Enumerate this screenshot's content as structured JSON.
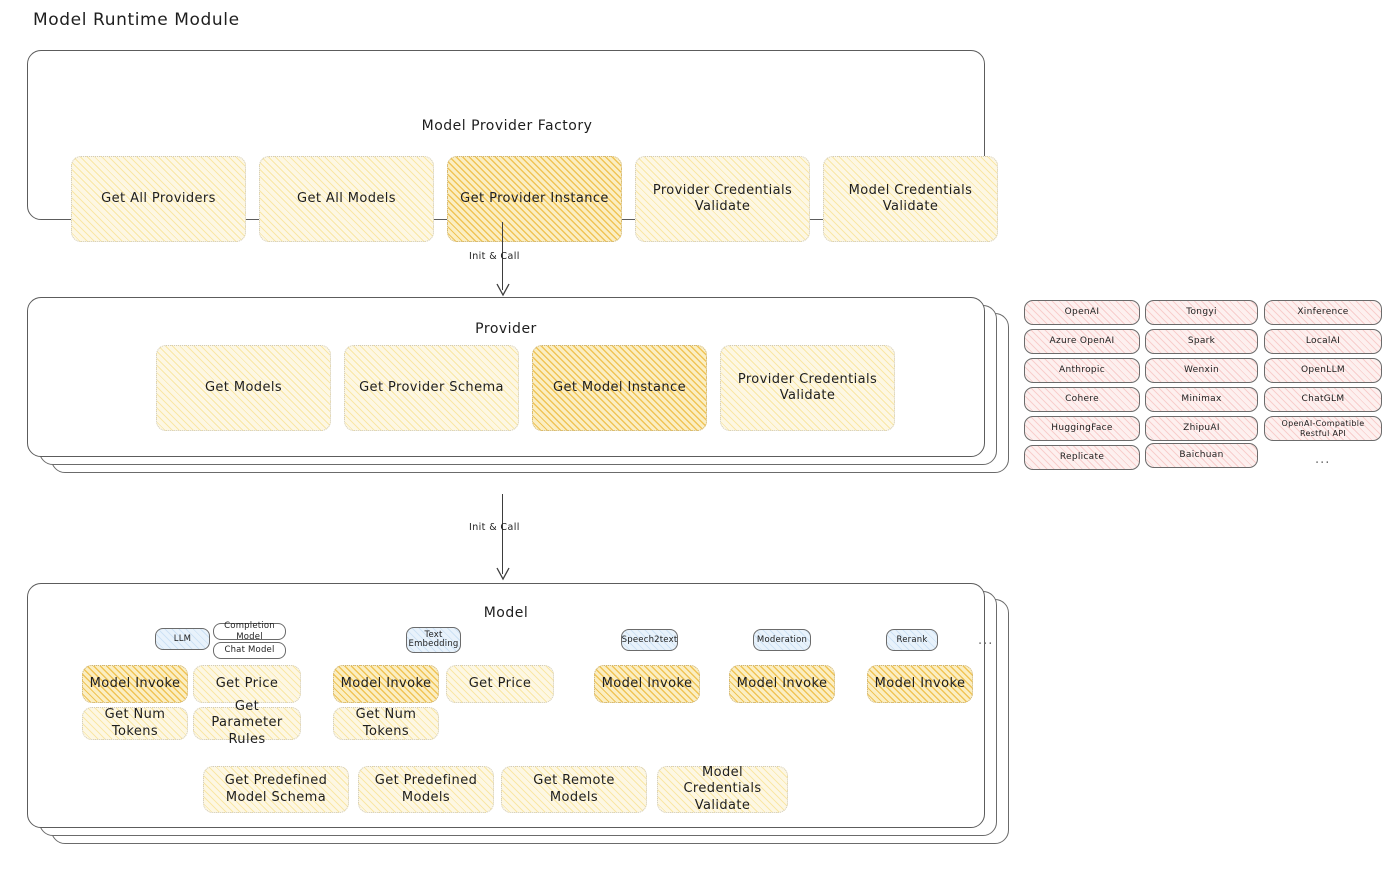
{
  "page": {
    "title": "Model Runtime Module",
    "background": "#ffffff",
    "accent_gold": "#ebaa14",
    "accent_light_yellow": "#fdf7e3",
    "accent_pink": "#e03131",
    "accent_blue": "#1e78c8",
    "stroke": "#1e1e1e"
  },
  "factory": {
    "title": "Model Provider Factory",
    "boxes": [
      {
        "label": "Get All Providers",
        "style": "light"
      },
      {
        "label": "Get All Models",
        "style": "light"
      },
      {
        "label": "Get Provider Instance",
        "style": "strong"
      },
      {
        "label": "Provider Credentials Validate",
        "style": "light"
      },
      {
        "label": "Model Credentials Validate",
        "style": "light"
      }
    ]
  },
  "connector_1": {
    "label": "Init & Call"
  },
  "provider": {
    "title": "Provider",
    "boxes": [
      {
        "label": "Get Models",
        "style": "light"
      },
      {
        "label": "Get Provider Schema",
        "style": "light"
      },
      {
        "label": "Get Model Instance",
        "style": "strong"
      },
      {
        "label": "Provider Credentials Validate",
        "style": "light"
      }
    ]
  },
  "connector_2": {
    "label": "Init & Call"
  },
  "provider_list": {
    "ellipsis": "...",
    "columns": [
      {
        "items": [
          "OpenAI",
          "Azure OpenAI",
          "Anthropic",
          "Cohere",
          "HuggingFace",
          "Replicate"
        ]
      },
      {
        "items": [
          "Tongyi",
          "Spark",
          "Wenxin",
          "Minimax",
          "ZhipuAI",
          "Baichuan"
        ]
      },
      {
        "items": [
          "Xinference",
          "LocalAI",
          "OpenLLM",
          "ChatGLM",
          "OpenAI-Compatible Restful API"
        ]
      }
    ]
  },
  "model": {
    "title": "Model",
    "ellipsis": "...",
    "types": [
      {
        "chip": "LLM",
        "chip_style": "blue",
        "sub_chips": [
          "Completion Model",
          "Chat Model"
        ],
        "methods_row1": [
          {
            "label": "Model Invoke",
            "style": "strong"
          },
          {
            "label": "Get Price",
            "style": "light"
          }
        ],
        "methods_row2": [
          {
            "label": "Get Num Tokens",
            "style": "light"
          },
          {
            "label": "Get Parameter Rules",
            "style": "light"
          }
        ]
      },
      {
        "chip": "Text Embedding",
        "chip_style": "blue",
        "sub_chips": [],
        "methods_row1": [
          {
            "label": "Model Invoke",
            "style": "strong"
          },
          {
            "label": "Get Price",
            "style": "light"
          }
        ],
        "methods_row2": [
          {
            "label": "Get Num Tokens",
            "style": "light"
          }
        ]
      },
      {
        "chip": "Speech2text",
        "chip_style": "blue",
        "sub_chips": [],
        "methods_row1": [
          {
            "label": "Model Invoke",
            "style": "strong"
          }
        ],
        "methods_row2": []
      },
      {
        "chip": "Moderation",
        "chip_style": "blue",
        "sub_chips": [],
        "methods_row1": [
          {
            "label": "Model Invoke",
            "style": "strong"
          }
        ],
        "methods_row2": []
      },
      {
        "chip": "Rerank",
        "chip_style": "blue",
        "sub_chips": [],
        "methods_row1": [
          {
            "label": "Model Invoke",
            "style": "strong"
          }
        ],
        "methods_row2": []
      }
    ],
    "shared_methods": [
      {
        "label": "Get Predefined Model Schema",
        "style": "light"
      },
      {
        "label": "Get Predefined Models",
        "style": "light"
      },
      {
        "label": "Get Remote Models",
        "style": "light"
      },
      {
        "label": "Model Credentials Validate",
        "style": "light"
      }
    ]
  }
}
